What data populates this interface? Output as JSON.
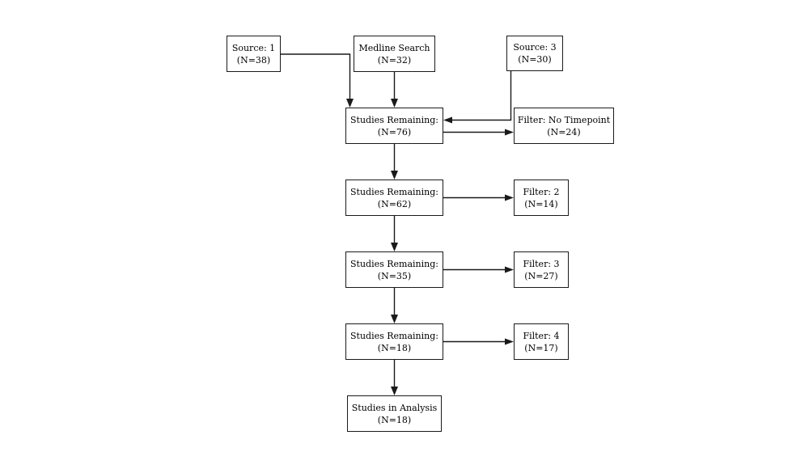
{
  "colors": {
    "background": "#ffffff",
    "box_fill": "#ffffff",
    "box_border": "#1a1a1a",
    "line": "#1a1a1a",
    "text": "#000000"
  },
  "diagram": {
    "type": "flowchart",
    "nodes": {
      "source1": {
        "line1": "Source: 1",
        "line2": "(N=38)"
      },
      "medline": {
        "line1": "Medline Search",
        "line2": "(N=32)"
      },
      "source3": {
        "line1": "Source: 3",
        "line2": "(N=30)"
      },
      "remaining76": {
        "line1": "Studies Remaining:",
        "line2": "(N=76)"
      },
      "filter_timepoint": {
        "line1": "Filter: No Timepoint",
        "line2": "(N=24)"
      },
      "remaining62": {
        "line1": "Studies Remaining:",
        "line2": "(N=62)"
      },
      "filter2": {
        "line1": "Filter: 2",
        "line2": "(N=14)"
      },
      "remaining35": {
        "line1": "Studies Remaining:",
        "line2": "(N=35)"
      },
      "filter3": {
        "line1": "Filter: 3",
        "line2": "(N=27)"
      },
      "remaining18": {
        "line1": "Studies Remaining:",
        "line2": "(N=18)"
      },
      "filter4": {
        "line1": "Filter: 4",
        "line2": "(N=17)"
      },
      "analysis": {
        "line1": "Studies in Analysis",
        "line2": "(N=18)"
      }
    },
    "edges": [
      {
        "from": "source1",
        "to": "remaining76"
      },
      {
        "from": "medline",
        "to": "remaining76"
      },
      {
        "from": "source3",
        "to": "remaining76"
      },
      {
        "from": "remaining76",
        "to": "filter_timepoint"
      },
      {
        "from": "remaining76",
        "to": "remaining62"
      },
      {
        "from": "remaining62",
        "to": "filter2"
      },
      {
        "from": "remaining62",
        "to": "remaining35"
      },
      {
        "from": "remaining35",
        "to": "filter3"
      },
      {
        "from": "remaining35",
        "to": "remaining18"
      },
      {
        "from": "remaining18",
        "to": "filter4"
      },
      {
        "from": "remaining18",
        "to": "analysis"
      }
    ]
  }
}
